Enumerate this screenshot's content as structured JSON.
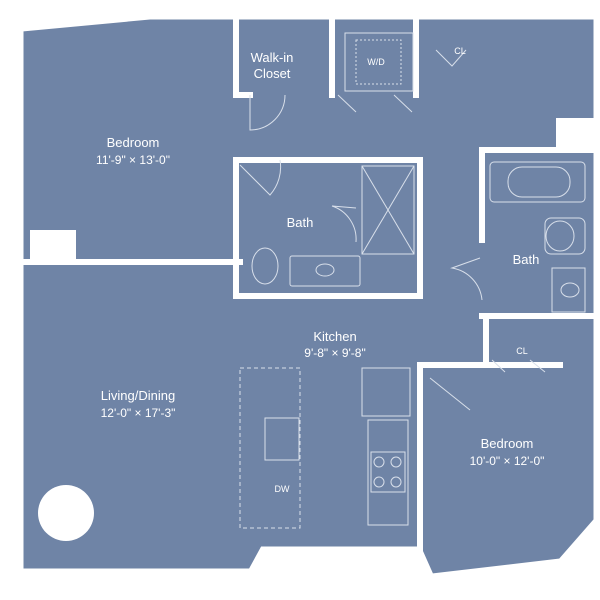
{
  "colors": {
    "floor": "#6f84a6",
    "wall": "#ffffff",
    "line": "#d8dfea",
    "background": "#ffffff"
  },
  "rooms": {
    "bedroom_main": {
      "name": "Bedroom",
      "dims": "11'-9\" × 13'-0\""
    },
    "walkin": {
      "name": "Walk-in Closet"
    },
    "wd": {
      "name": "W/D"
    },
    "cl_top": {
      "name": "CL"
    },
    "bath_main": {
      "name": "Bath"
    },
    "bath_second": {
      "name": "Bath"
    },
    "kitchen": {
      "name": "Kitchen",
      "dims": "9'-8\" × 9'-8\""
    },
    "living": {
      "name": "Living/Dining",
      "dims": "12'-0\" × 17'-3\""
    },
    "cl_bottom": {
      "name": "CL"
    },
    "bedroom_second": {
      "name": "Bedroom",
      "dims": "10'-0\" × 12'-0\""
    },
    "dw": {
      "name": "DW"
    }
  }
}
